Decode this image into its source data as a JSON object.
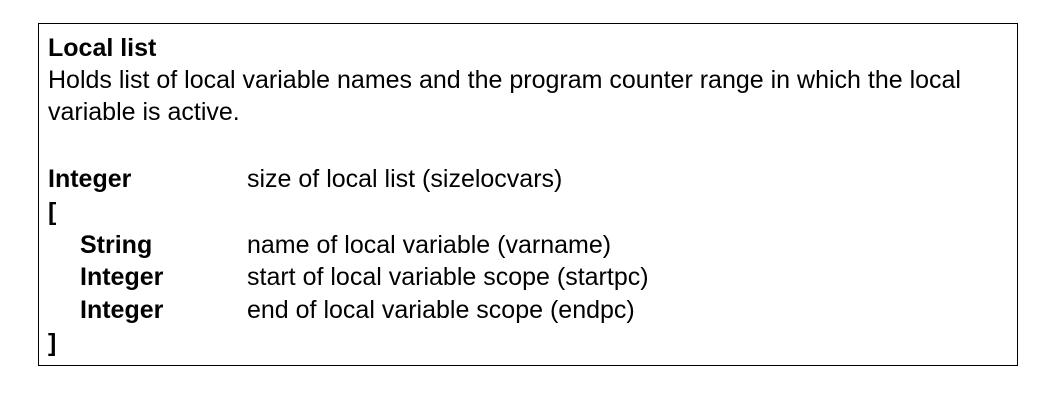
{
  "section": {
    "title": "Local list",
    "description": "Holds list of local variable names and the program counter range in which the local variable is active."
  },
  "fields": [
    {
      "type": "Integer",
      "text": "size of local list (sizelocvars)"
    }
  ],
  "open_bracket": "[",
  "nested_fields": [
    {
      "type": "String",
      "text": "name of local variable (varname)"
    },
    {
      "type": "Integer",
      "text": "start of local variable scope (startpc)"
    },
    {
      "type": "Integer",
      "text": "end of local variable scope (endpc)"
    }
  ],
  "close_bracket": "]"
}
